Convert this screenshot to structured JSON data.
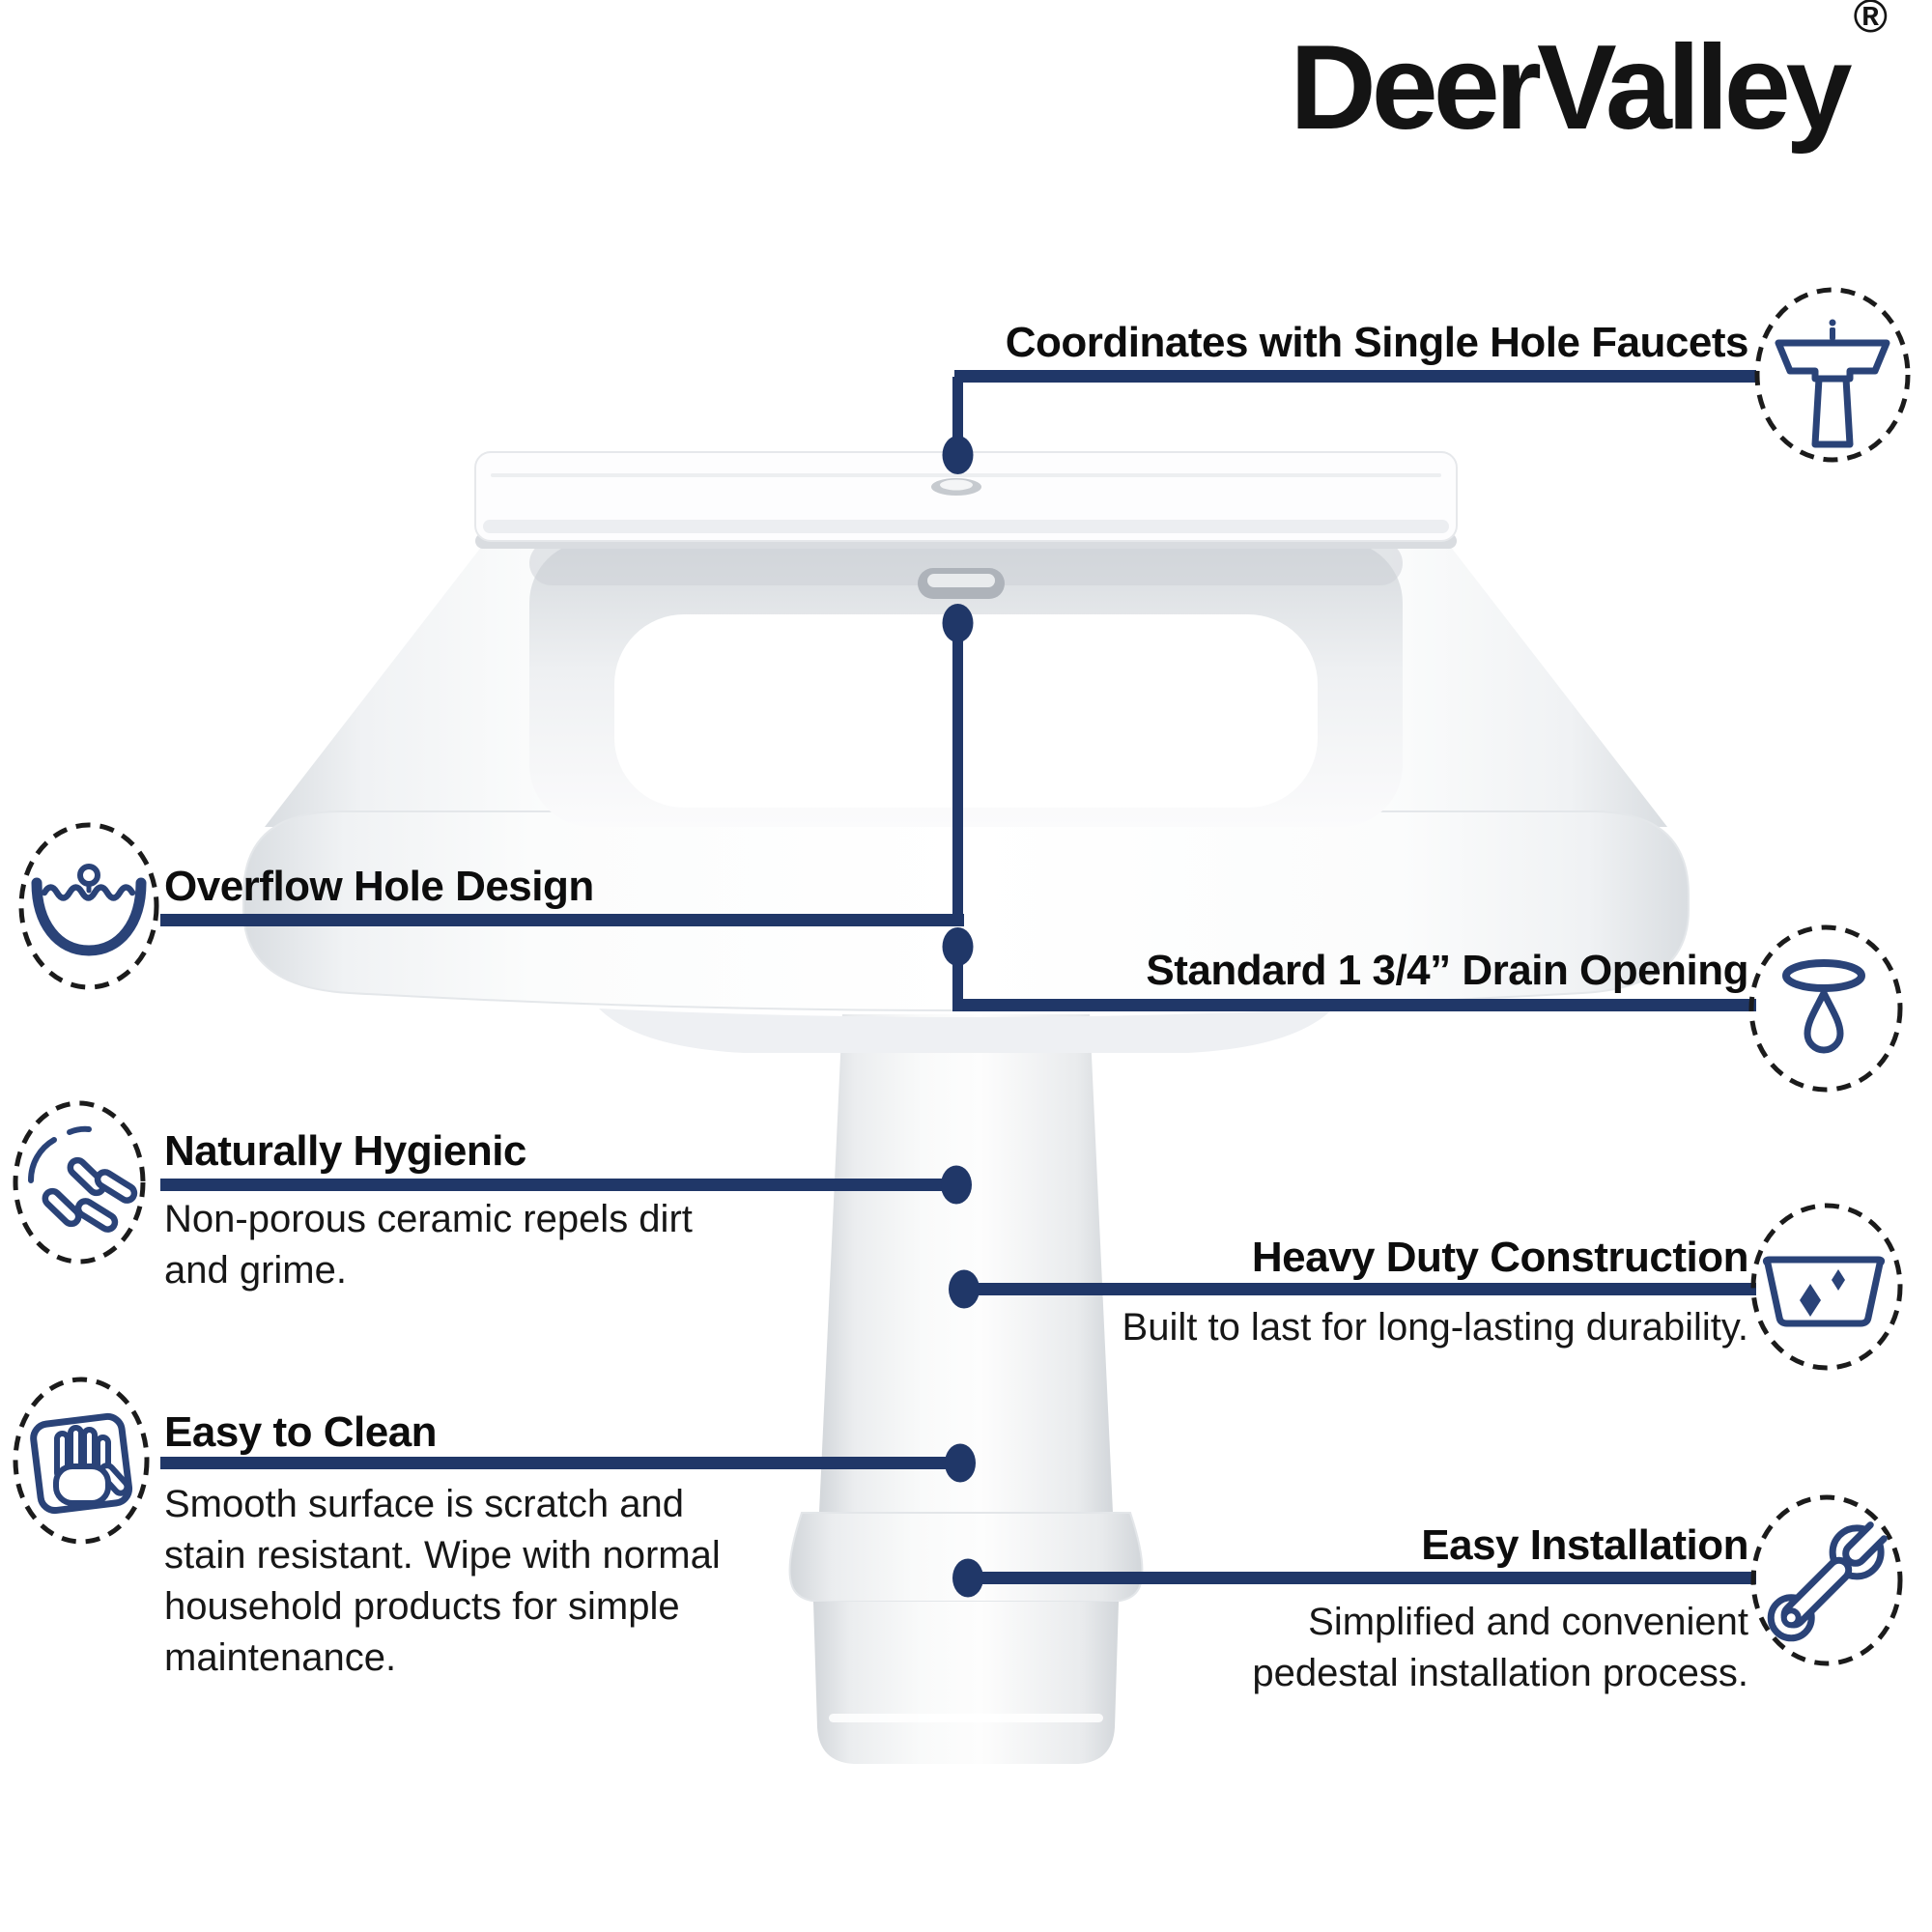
{
  "brand": {
    "name": "DeerValley",
    "registered": "®"
  },
  "callouts": {
    "single_hole_faucets": {
      "title": "Coordinates with Single Hole Faucets"
    },
    "overflow_hole": {
      "title": "Overflow Hole Design"
    },
    "drain_opening": {
      "title": "Standard 1 3/4” Drain Opening"
    },
    "naturally_hygienic": {
      "title": "Naturally Hygienic",
      "body": [
        "Non-porous ceramic repels dirt",
        "and grime."
      ]
    },
    "heavy_duty": {
      "title": "Heavy Duty Construction",
      "body": [
        "Built to last for long-lasting durability."
      ]
    },
    "easy_to_clean": {
      "title": "Easy to Clean",
      "body": [
        "Smooth surface is scratch and",
        "stain resistant. Wipe with normal",
        "household products for simple",
        "maintenance."
      ]
    },
    "easy_installation": {
      "title": "Easy Installation",
      "body": [
        "Simplified and convenient",
        "pedestal installation process."
      ]
    }
  },
  "icons": {
    "single_hole_faucets": "pedestal-sink",
    "overflow_hole": "basin-with-water",
    "drain_opening": "drain-with-droplet",
    "naturally_hygienic": "bacteria",
    "heavy_duty": "basin-with-diamonds",
    "easy_to_clean": "hand-wiping-cloth",
    "easy_installation": "wrench"
  },
  "colors": {
    "accent_navy": "#203768",
    "icon_navy": "#2a4378",
    "dashed_circle": "#1b1b1b",
    "text": "#101010"
  }
}
